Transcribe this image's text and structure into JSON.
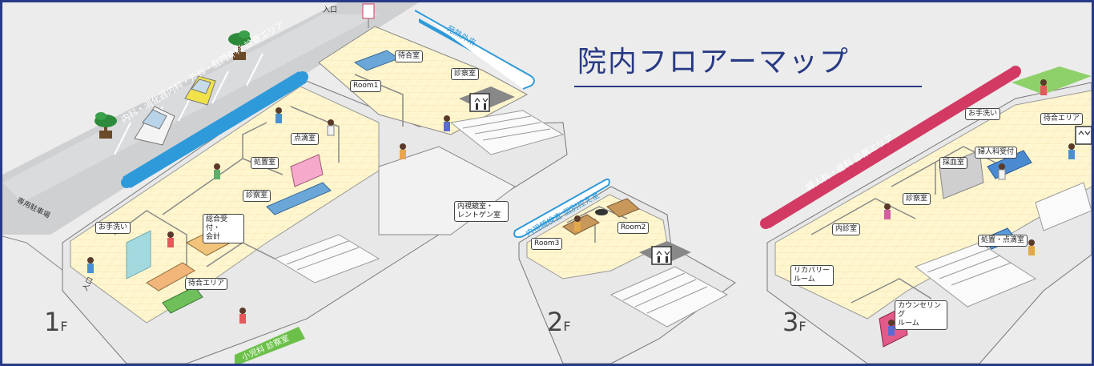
{
  "title": "院内フロアーマップ",
  "colors": {
    "frame": "#283a85",
    "blue_band": "#2f9ad9",
    "pink_band": "#d23a63",
    "green_band": "#6cc04a",
    "floor": "#fff6cf"
  },
  "floors": [
    {
      "label": "1",
      "suffix": "F"
    },
    {
      "label": "2",
      "suffix": "F"
    },
    {
      "label": "3",
      "suffix": "F"
    }
  ],
  "bands": {
    "f1_internal": "内科・消化器内科・外科・肛門外科 診察エリア",
    "f1_ent": "発熱外来",
    "f1_pediatric": "小児科 診察室",
    "f2_endoscopy": "内視鏡検査 個別控え室",
    "f3_gyn": "婦人科・産科 診察エリア"
  },
  "road": {
    "parking": "専用駐車場",
    "entrance_bottom": "入口",
    "entrance_top": "入口"
  },
  "rooms_1f": {
    "room1": "Room1",
    "waiting_small": "待合室",
    "exam_top": "診察室",
    "iv": "点滴室",
    "treatment": "処置室",
    "exam": "診察室",
    "reception": "総合受付・\n会計",
    "restroom": "お手洗い",
    "waiting_area": "待合エリア",
    "endoscopy": "内視鏡室・\nレントゲン室"
  },
  "rooms_2f": {
    "room3": "Room3",
    "room2": "Room2"
  },
  "rooms_3f": {
    "restroom": "お手洗い",
    "waiting_area": "待合エリア",
    "gyn_reception": "婦人科受付",
    "blood": "採血室",
    "exam": "診察室",
    "internal_exam": "内診室",
    "treatment_iv": "処置・点滴室",
    "recovery": "リカバリー\nルーム",
    "counseling": "カウンセリング\nルーム"
  },
  "icons": [
    "tree-icon",
    "car-icon",
    "elevator-icon",
    "stairs-icon",
    "person-icon",
    "sign-icon"
  ]
}
